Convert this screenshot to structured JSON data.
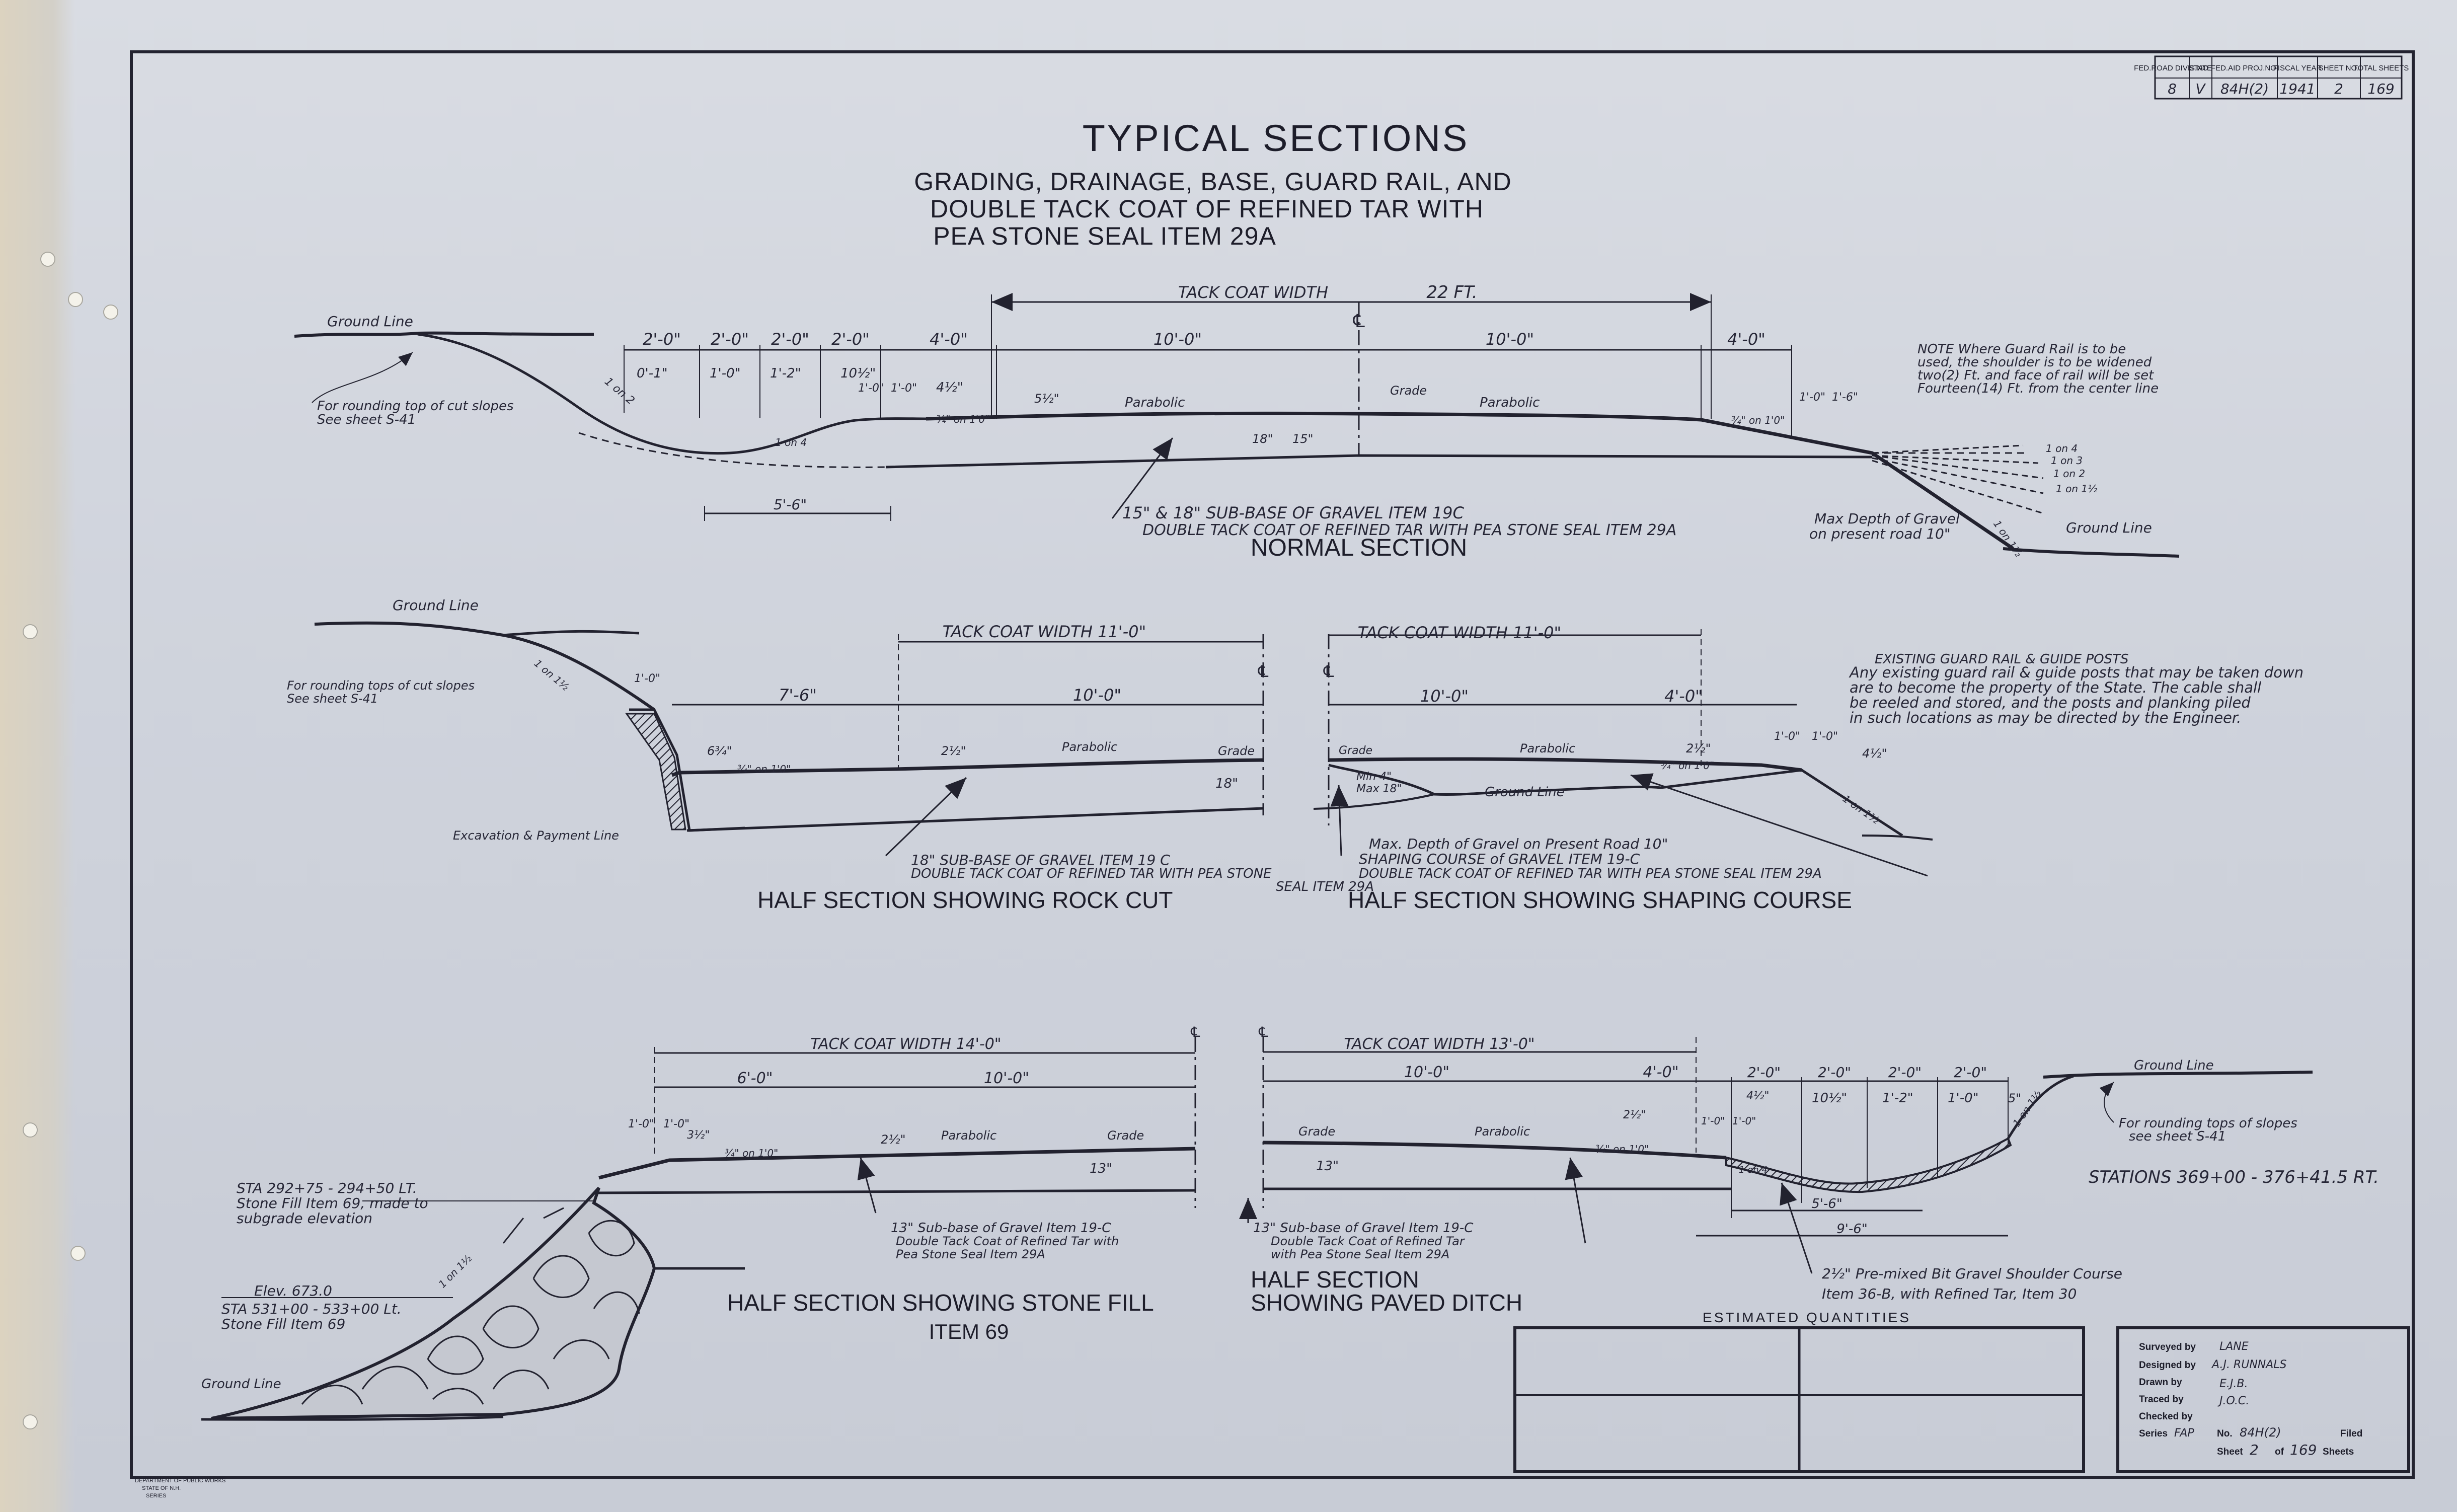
{
  "sheet_header": {
    "cols": [
      "FED.ROAD DIVIS.NO.",
      "STATE",
      "FED.AID PROJ.NO.",
      "FISCAL YEAR",
      "SHEET NO.",
      "TOTAL SHEETS"
    ],
    "vals": [
      "8",
      "V",
      "84H(2)",
      "1941",
      "2",
      "169"
    ]
  },
  "title": {
    "main": "TYPICAL  SECTIONS",
    "sub1": "GRADING, DRAINAGE, BASE, GUARD RAIL, AND",
    "sub2": "DOUBLE TACK COAT OF REFINED TAR WITH",
    "sub3": "PEA STONE SEAL ITEM 29A"
  },
  "normal": {
    "label": "NORMAL SECTION",
    "tack": "TACK COAT WIDTH",
    "tack_val": "22 FT.",
    "dims": [
      "2'-0\"",
      "2'-0\"",
      "2'-0\"",
      "2'-0\"",
      "4'-0\"",
      "10'-0\"",
      "10'-0\"",
      "4'-0\""
    ],
    "small": [
      "0'-1\"",
      "1'-0\"",
      "1'-2\"",
      "10½\"",
      "1'-0\"",
      "1'-0\"",
      "4½\"",
      "5½\"",
      "1'-0\"",
      "1'-6\""
    ],
    "ground_left": "Ground Line",
    "ground_right": "Ground Line",
    "round_note1": "For rounding top of cut slopes",
    "round_note2": "See sheet S-41",
    "grade": "Grade",
    "para1": "Parabolic",
    "para2": "Parabolic",
    "slope1": "¾\" on 1'0\"",
    "slope2": "¾\" on 1'0\"",
    "d18": "18\"",
    "d15": "15\"",
    "ditch": "5'-6\"",
    "cl": "℄",
    "subbase1": "15\" & 18\" SUB-BASE OF GRAVEL ITEM 19C",
    "subbase2": "DOUBLE TACK COAT OF REFINED TAR WITH PEA STONE SEAL ITEM 29A",
    "maxd1": "Max Depth of Gravel",
    "maxd2": "on present road 10\"",
    "note1": "NOTE  Where Guard Rail is to be",
    "note2": "used, the shoulder is to be widened",
    "note3": "two(2) Ft. and face of rail will be set",
    "note4": "Fourteen(14) Ft. from the center line",
    "slopes": [
      "1 on 4",
      "1 on 2",
      "1 on 1½",
      "1 on 1½",
      "1 on 2",
      "1 on 3"
    ]
  },
  "rock": {
    "label": "HALF SECTION SHOWING ROCK CUT",
    "tack": "TACK COAT WIDTH  11'-0\"",
    "d1": "7'-6\"",
    "d2": "10'-0\"",
    "d3": "1'-0\"",
    "ground": "Ground Line",
    "round1": "For rounding tops of cut slopes",
    "round2": "See sheet S-41",
    "slope": "1 on 1½",
    "exc": "Excavation & Payment Line",
    "s1": "6¾\"",
    "s2": "2½\"",
    "onft": "¾\" on 1'0\"",
    "para": "Parabolic",
    "grade": "Grade",
    "d18": "18\"",
    "n1": "18\" SUB-BASE OF GRAVEL       ITEM 19 C",
    "n2": "DOUBLE TACK COAT OF REFINED TAR WITH PEA STONE",
    "n3": "SEAL ITEM 29A"
  },
  "shaping": {
    "label": "HALF SECTION SHOWING SHAPING COURSE",
    "tack": "TACK COAT WIDTH  11'-0\"",
    "d1": "10'-0\"",
    "d2": "4'-0\"",
    "d3": "1'-0\"",
    "d4": "1'-0\"",
    "grade": "Grade",
    "para": "Parabolic",
    "s1": "2½\"",
    "s2": "4½\"",
    "onft": "¾\" on 1'0\"",
    "min": "Min 4\"",
    "max": "Max 18\"",
    "ground": "Ground Line",
    "slope": "1 on 1½",
    "n1": "Max. Depth of Gravel on Present Road 10\"",
    "n2": "SHAPING COURSE of GRAVEL ITEM 19-C",
    "n3": "DOUBLE TACK COAT OF REFINED TAR WITH PEA STONE SEAL ITEM 29A"
  },
  "guard": {
    "t": "EXISTING GUARD RAIL & GUIDE POSTS",
    "l1": "Any existing guard rail & guide posts that may be taken down",
    "l2": "are to become the property of the State.  The cable shall",
    "l3": "be reeled and stored, and the posts and planking piled",
    "l4": "in such locations as may be directed by the Engineer."
  },
  "stone": {
    "label1": "HALF SECTION SHOWING STONE FILL",
    "label2": "ITEM 69",
    "tack": "TACK COAT WIDTH  14'-0\"",
    "d1": "6'-0\"",
    "d2": "10'-0\"",
    "d3": "1'-0\"",
    "d4": "1'-0\"",
    "s1": "3½\"",
    "s2": "2½\"",
    "onft": "¾\" on 1'0\"",
    "para": "Parabolic",
    "grade": "Grade",
    "d13": "13\"",
    "sta1": "STA 292+75 - 294+50 LT.",
    "sta1b": "Stone Fill Item 69, made to",
    "sta1c": "subgrade elevation",
    "elev": "Elev. 673.0",
    "sta2": "STA 531+00 - 533+00 Lt.",
    "sta2b": "Stone Fill Item 69",
    "slope": "1 on 1½",
    "ground": "Ground Line",
    "n1": "13\" Sub-base of Gravel     Item 19-C",
    "n2": "Double Tack Coat of Refined Tar with",
    "n3": "Pea Stone Seal Item 29A"
  },
  "ditch": {
    "label1": "HALF SECTION",
    "label2": "SHOWING PAVED DITCH",
    "tack": "TACK COAT WIDTH  13'-0\"",
    "d1": "10'-0\"",
    "d2": "4'-0\"",
    "d3": [
      "2'-0\"",
      "2'-0\"",
      "2'-0\"",
      "2'-0\""
    ],
    "small": [
      "4½\"",
      "10½\"",
      "1'-2\"",
      "1'-0\"",
      "5\"",
      "2½\"",
      "1'-0\"",
      "1'-0\""
    ],
    "grade": "Grade",
    "para": "Parabolic",
    "onft": "¾\" on 1'0\"",
    "d13": "13\"",
    "w1": "5'-6\"",
    "w2": "9'-6\"",
    "slope": "1 on 1½",
    "slope2": "1 on 4",
    "ground": "Ground Line",
    "round1": "For rounding tops of slopes",
    "round2": "see sheet S-41",
    "n1": "13\" Sub-base of Gravel  Item 19-C",
    "n2": "Double Tack Coat of Refined Tar",
    "n3": "with Pea Stone Seal Item 29A",
    "p1": "2½\" Pre-mixed Bit Gravel Shoulder Course",
    "p2": "Item 36-B, with Refined Tar, Item 30"
  },
  "stations": "STATIONS   369+00 - 376+41.5 RT.",
  "estimated": "ESTIMATED  QUANTITIES",
  "tb": {
    "surveyed": "Surveyed by",
    "surveyed_v": "LANE",
    "designed": "Designed by",
    "designed_v": "A.J. RUNNALS",
    "drawn": "Drawn by",
    "drawn_v": "E.J.B.",
    "traced": "Traced by",
    "traced_v": "J.O.C.",
    "checked": "Checked by",
    "series": "Series",
    "series_v": "FAP",
    "no": "No.",
    "no_v": "84H(2)",
    "filed": "Filed",
    "sheet": "Sheet",
    "sheet_v": "2",
    "of": "of",
    "of_v": "169",
    "sheets": "Sheets"
  },
  "stamp": [
    "DEPARTMENT OF PUBLIC WORKS",
    "STATE OF N.H.",
    "SERIES"
  ]
}
